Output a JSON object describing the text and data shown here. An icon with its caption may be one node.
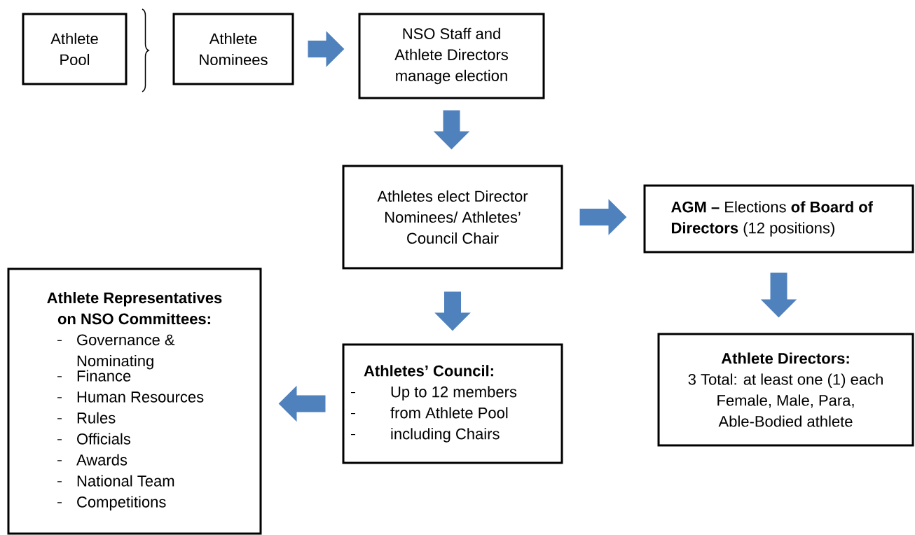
{
  "diagram": {
    "nodes": [
      {
        "text": [
          "Athlete Pool"
        ]
      },
      {
        "text": [
          "Athlete Nominees"
        ]
      },
      {
        "text": [
          "NSO Staff and Athlete Directors manage election"
        ]
      },
      {
        "text": [
          "Athletes elect Director Nominees/ Athletes’ Council Chair"
        ]
      },
      {
        "text": [
          "**AGM –** Elections **of Board of Directors** (12 positions)"
        ]
      },
      {
        "text": [
          "Athletes’ Council:",
          "Up to 12 members",
          "from Athlete Pool",
          "including Chairs"
        ]
      },
      {
        "text": [
          "Athlete Directors:",
          "3 Total: at least one (1) each Female, Male, Para, Able-Bodied athlete"
        ]
      },
      {
        "text": [
          "Athlete Representatives on NSO Committees:",
          "Governance & Nominating",
          "Finance",
          "Human Resources",
          "Rules",
          "Officials",
          "Awards",
          "National Team",
          "Competitions"
        ]
      }
    ],
    "edges": [
      {
        "from": 1,
        "to": 2,
        "arrow": "to"
      },
      {
        "from": 2,
        "to": 3,
        "arrow": "to"
      },
      {
        "from": 3,
        "to": 4,
        "arrow": "to"
      },
      {
        "from": 3,
        "to": 5,
        "arrow": "to"
      },
      {
        "from": 4,
        "to": 6,
        "arrow": "to"
      },
      {
        "from": 5,
        "to": 7,
        "arrow": "to"
      }
    ]
  }
}
